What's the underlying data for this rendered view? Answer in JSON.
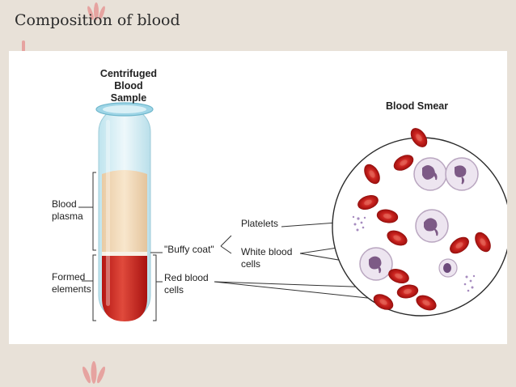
{
  "slide": {
    "title": "Composition of blood"
  },
  "diagram": {
    "tube_title_line1": "Centrifuged",
    "tube_title_line2": "Blood Sample",
    "smear_title": "Blood Smear",
    "labels": {
      "blood_plasma_1": "Blood",
      "blood_plasma_2": "plasma",
      "formed_elements_1": "Formed",
      "formed_elements_2": "elements",
      "buffy_coat": "\"Buffy coat\"",
      "platelets": "Platelets",
      "white_blood_cells_1": "White blood",
      "white_blood_cells_2": "cells",
      "red_blood_cells_1": "Red blood",
      "red_blood_cells_2": "cells"
    },
    "colors": {
      "plasma": "#f3dcbc",
      "red_cells": "#c8221e",
      "tube_glass": "#cfeaf3",
      "cap": "#9ed5e6",
      "wbc": "#ede5f0",
      "nucleus": "#7d5a86",
      "accent": "#e8a6a2"
    }
  }
}
